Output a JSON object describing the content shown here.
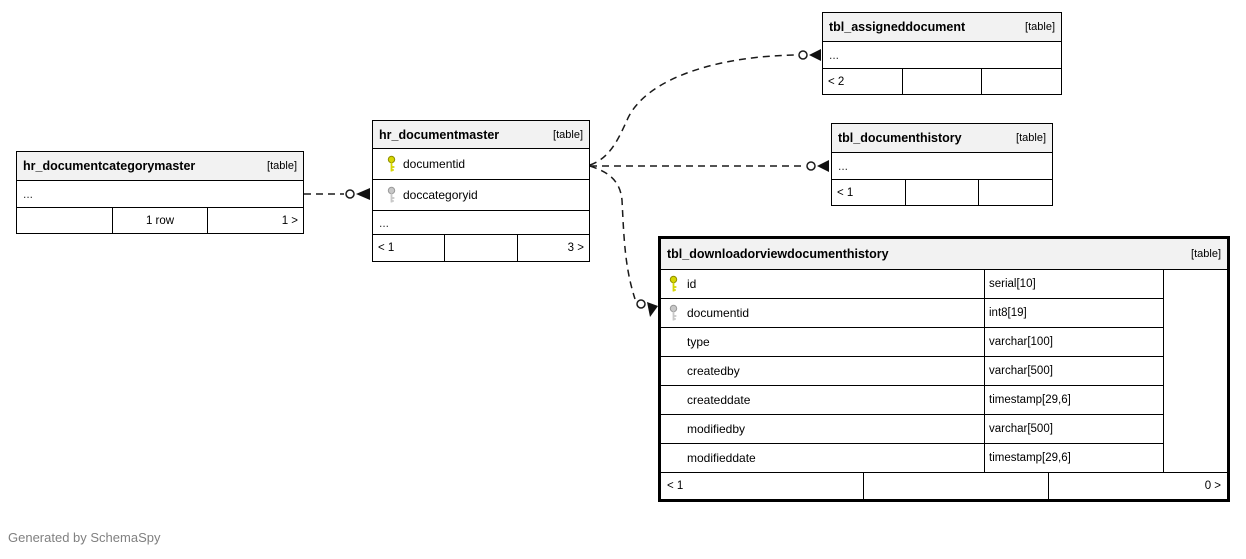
{
  "note": "Generated by SchemaSpy",
  "colors": {
    "header_bg": "#f2f2f2",
    "border": "#000000",
    "pk_key": "#d6d600",
    "fk_key": "#c8c8c8",
    "note_text": "#808080"
  },
  "tables": [
    {
      "title": "tbl_assigneddocument",
      "tag": "[table]",
      "ellipsis": "...",
      "footer": [
        "< 2",
        "",
        ""
      ]
    },
    {
      "title": "tbl_documenthistory",
      "tag": "[table]",
      "ellipsis": "...",
      "footer": [
        "< 1",
        "",
        ""
      ]
    },
    {
      "title": "hr_documentcategorymaster",
      "tag": "[table]",
      "ellipsis": "...",
      "footer": [
        "",
        "1 row",
        "1 >"
      ]
    },
    {
      "title": "hr_documentmaster",
      "tag": "[table]",
      "columns": [
        {
          "name": "documentid",
          "key": "pk"
        },
        {
          "name": "doccategoryid",
          "key": "fk"
        }
      ],
      "ellipsis": "...",
      "footer": [
        "< 1",
        "",
        "3 >"
      ]
    },
    {
      "title": "tbl_downloadorviewdocumenthistory",
      "tag": "[table]",
      "columns": [
        {
          "name": "id",
          "type": "serial[10]",
          "key": "pk"
        },
        {
          "name": "documentid",
          "type": "int8[19]",
          "key": "fk"
        },
        {
          "name": "type",
          "type": "varchar[100]",
          "key": ""
        },
        {
          "name": "createdby",
          "type": "varchar[500]",
          "key": ""
        },
        {
          "name": "createddate",
          "type": "timestamp[29,6]",
          "key": ""
        },
        {
          "name": "modifiedby",
          "type": "varchar[500]",
          "key": ""
        },
        {
          "name": "modifieddate",
          "type": "timestamp[29,6]",
          "key": ""
        }
      ],
      "footer": [
        "< 1",
        "",
        "0 >"
      ]
    }
  ],
  "relationships": [
    {
      "from": "hr_documentcategorymaster",
      "to": "hr_documentmaster.doccategoryid",
      "style": "dashed-implied"
    },
    {
      "from": "hr_documentmaster.documentid",
      "to": "tbl_assigneddocument",
      "style": "dashed-implied"
    },
    {
      "from": "hr_documentmaster.documentid",
      "to": "tbl_documenthistory",
      "style": "dashed-implied"
    },
    {
      "from": "hr_documentmaster.documentid",
      "to": "tbl_downloadorviewdocumenthistory.documentid",
      "style": "dashed-implied"
    }
  ]
}
